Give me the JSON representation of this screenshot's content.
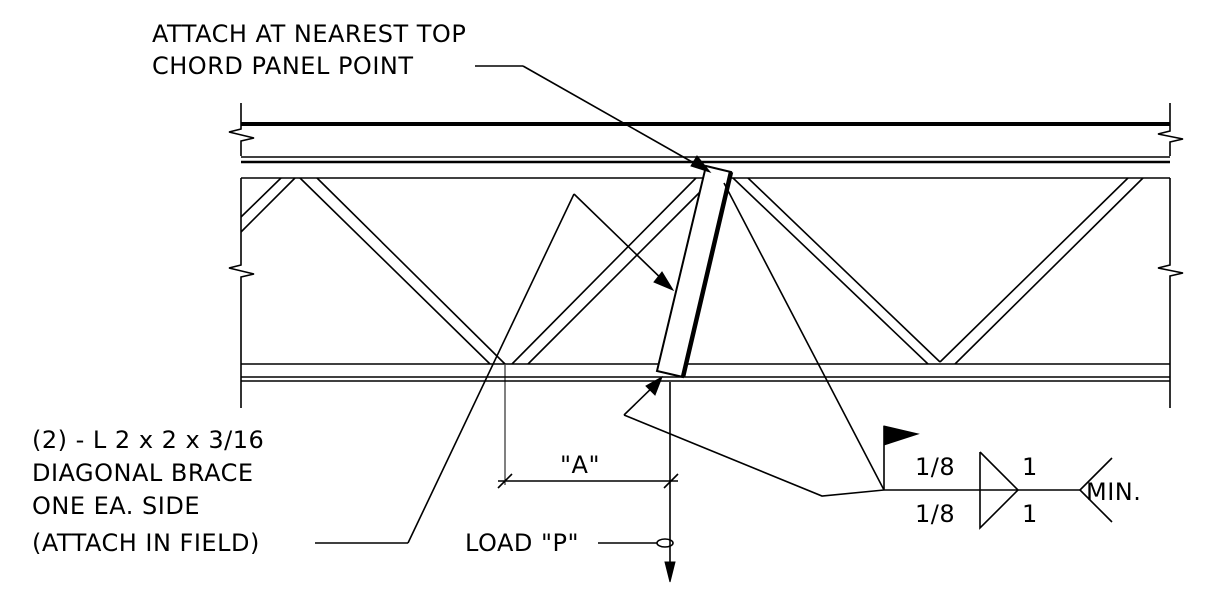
{
  "callouts": {
    "attach_line1": "ATTACH AT NEAREST TOP",
    "attach_line2": "CHORD PANEL POINT",
    "brace_line1": "(2) - L 2 x 2 x 3/16",
    "brace_line2": "DIAGONAL BRACE",
    "brace_line3": "ONE EA. SIDE",
    "brace_line4": "(ATTACH IN FIELD)",
    "dimension_a": "\"A\"",
    "load": "LOAD \"P\""
  },
  "weld_symbol": {
    "size_top": "1/8",
    "size_bottom": "1/8",
    "length_top": "1",
    "length_bottom": "1",
    "tail_note": "MIN."
  }
}
